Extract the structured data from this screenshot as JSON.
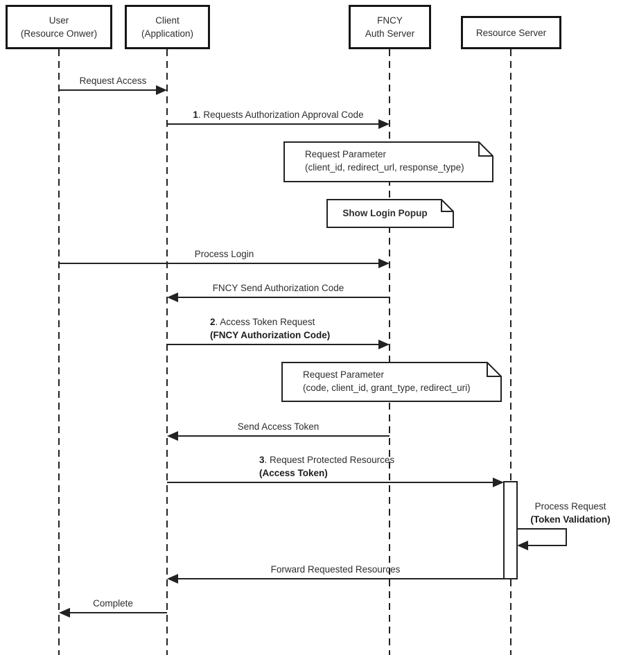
{
  "colors": {
    "line": "#222222",
    "text": "#2d2d2d",
    "background": "#ffffff"
  },
  "actors": {
    "user": {
      "line1": "User",
      "line2": "(Resource Onwer)"
    },
    "client": {
      "line1": "Client",
      "line2": "(Application)"
    },
    "auth": {
      "line1": "FNCY",
      "line2": "Auth Server"
    },
    "resource": {
      "line1": "Resource Server"
    }
  },
  "messages": {
    "request_access": {
      "label": "Request Access"
    },
    "request_auth_code": {
      "num": "1",
      "rest": ". Requests Authorization Approval Code"
    },
    "process_login": {
      "label": "Process Login"
    },
    "fncy_send_code": {
      "label": "FNCY Send Authorization Code"
    },
    "access_token_request": {
      "num": "2",
      "rest": ". Access Token Request",
      "line2": "(FNCY Authorization Code)"
    },
    "send_access_token": {
      "label": "Send Access Token"
    },
    "request_protected": {
      "num": "3",
      "rest": ". Request Protected Resources",
      "line2": "(Access Token)"
    },
    "process_request": {
      "line1": "Process Request",
      "line2": "(Token Validation)"
    },
    "forward_resources": {
      "label": "Forward Requested Resources"
    },
    "complete": {
      "label": "Complete"
    }
  },
  "notes": {
    "auth_request_params": {
      "line1": "Request Parameter",
      "line2": "(client_id, redirect_url, response_type)"
    },
    "show_login_popup": {
      "label": "Show Login Popup"
    },
    "token_request_params": {
      "line1": "Request Parameter",
      "line2": "(code, client_id, grant_type, redirect_uri)"
    }
  }
}
